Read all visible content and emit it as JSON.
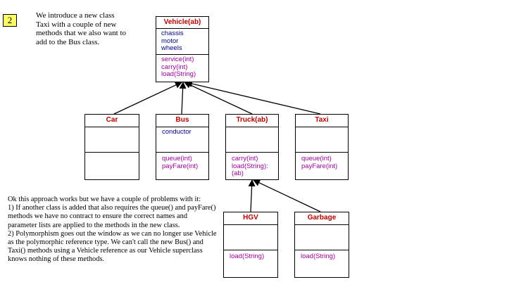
{
  "badge": "2",
  "intro": "We introduce a new class Taxi with a couple of new methods that we also want to add to the Bus class.",
  "explanation": [
    "Ok this approach works but we have a couple of problems with it:",
    "1) If another class is added that also requires the queue() and payFare() methods we have no contract to ensure the correct names and parameter lists are applied to the methods in the new class.",
    "2) Polymorphism goes out the window as we can no longer use Vehicle as the polymorphic reference type. We can't call the new Bus() and Taxi() methods using a Vehicle reference as our Vehicle superclass knows nothing of these methods."
  ],
  "classes": {
    "vehicle": {
      "name": "Vehicle(ab)",
      "attributes": [
        "chassis",
        "motor",
        "wheels"
      ],
      "methods": [
        "service(int)",
        "carry(int)",
        "load(String)"
      ]
    },
    "car": {
      "name": "Car",
      "attributes": [],
      "methods": []
    },
    "bus": {
      "name": "Bus",
      "attributes": [
        "conductor"
      ],
      "methods": [
        "queue(int)",
        "payFare(int)"
      ]
    },
    "truck": {
      "name": "Truck(ab)",
      "attributes": [],
      "methods": [
        "carry(int)",
        "load(String):",
        "(ab)"
      ]
    },
    "taxi": {
      "name": "Taxi",
      "attributes": [],
      "methods": [
        "queue(int)",
        "payFare(int)"
      ]
    },
    "hgv": {
      "name": "HGV",
      "attributes": [],
      "methods": [
        "load(String)"
      ]
    },
    "garbage": {
      "name": "Garbage",
      "attributes": [],
      "methods": [
        "load(String)"
      ]
    }
  }
}
